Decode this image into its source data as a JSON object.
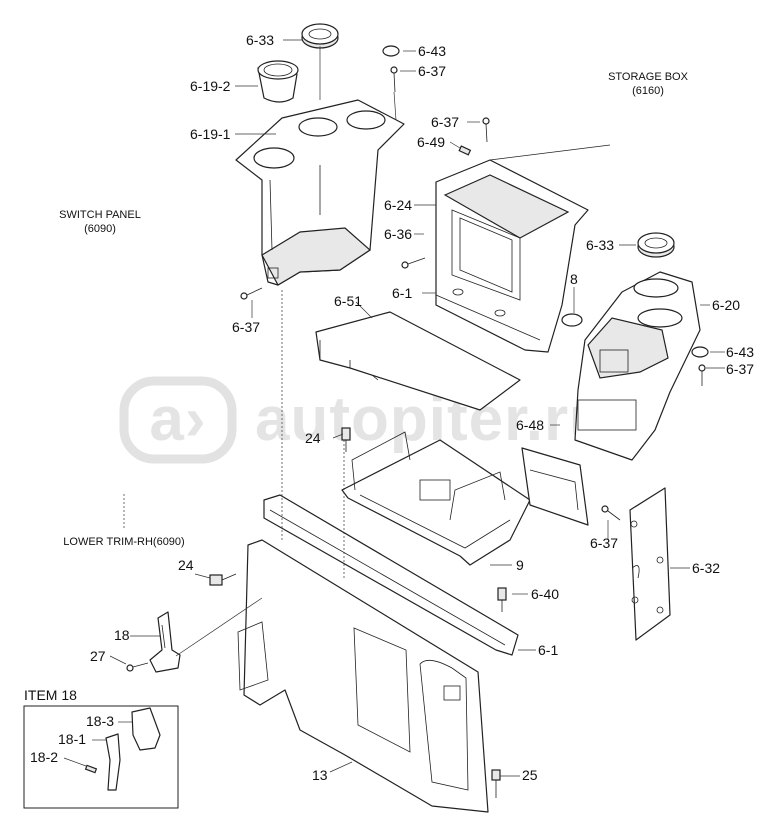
{
  "watermark": {
    "text": "autopiter.ru",
    "color": "#e4e4e4"
  },
  "notes": {
    "switch_panel": [
      "SWITCH PANEL",
      "(6090)"
    ],
    "storage_box": [
      "STORAGE BOX",
      "(6160)"
    ],
    "lower_trim": "LOWER TRIM-RH(6090)"
  },
  "item_box_title": "ITEM 18",
  "callouts": [
    {
      "id": "c-6-33-a",
      "text": "6-33"
    },
    {
      "id": "c-6-43-a",
      "text": "6-43"
    },
    {
      "id": "c-6-37-a",
      "text": "6-37"
    },
    {
      "id": "c-6-19-2",
      "text": "6-19-2"
    },
    {
      "id": "c-6-19-1",
      "text": "6-19-1"
    },
    {
      "id": "c-6-37-b",
      "text": "6-37"
    },
    {
      "id": "c-6-49",
      "text": "6-49"
    },
    {
      "id": "c-6-24",
      "text": "6-24"
    },
    {
      "id": "c-6-36",
      "text": "6-36"
    },
    {
      "id": "c-6-33-b",
      "text": "6-33"
    },
    {
      "id": "c-8",
      "text": "8"
    },
    {
      "id": "c-6-1-a",
      "text": "6-1"
    },
    {
      "id": "c-6-20",
      "text": "6-20"
    },
    {
      "id": "c-6-51",
      "text": "6-51"
    },
    {
      "id": "c-6-37-c",
      "text": "6-37"
    },
    {
      "id": "c-6-43-b",
      "text": "6-43"
    },
    {
      "id": "c-6-37-d",
      "text": "6-37"
    },
    {
      "id": "c-24-a",
      "text": "24"
    },
    {
      "id": "c-6-48",
      "text": "6-48"
    },
    {
      "id": "c-9",
      "text": "9"
    },
    {
      "id": "c-6-37-e",
      "text": "6-37"
    },
    {
      "id": "c-6-32",
      "text": "6-32"
    },
    {
      "id": "c-24-b",
      "text": "24"
    },
    {
      "id": "c-6-40",
      "text": "6-40"
    },
    {
      "id": "c-18",
      "text": "18"
    },
    {
      "id": "c-27",
      "text": "27"
    },
    {
      "id": "c-6-1-b",
      "text": "6-1"
    },
    {
      "id": "c-18-3",
      "text": "18-3"
    },
    {
      "id": "c-18-1",
      "text": "18-1"
    },
    {
      "id": "c-18-2",
      "text": "18-2"
    },
    {
      "id": "c-13",
      "text": "13"
    },
    {
      "id": "c-25",
      "text": "25"
    }
  ]
}
